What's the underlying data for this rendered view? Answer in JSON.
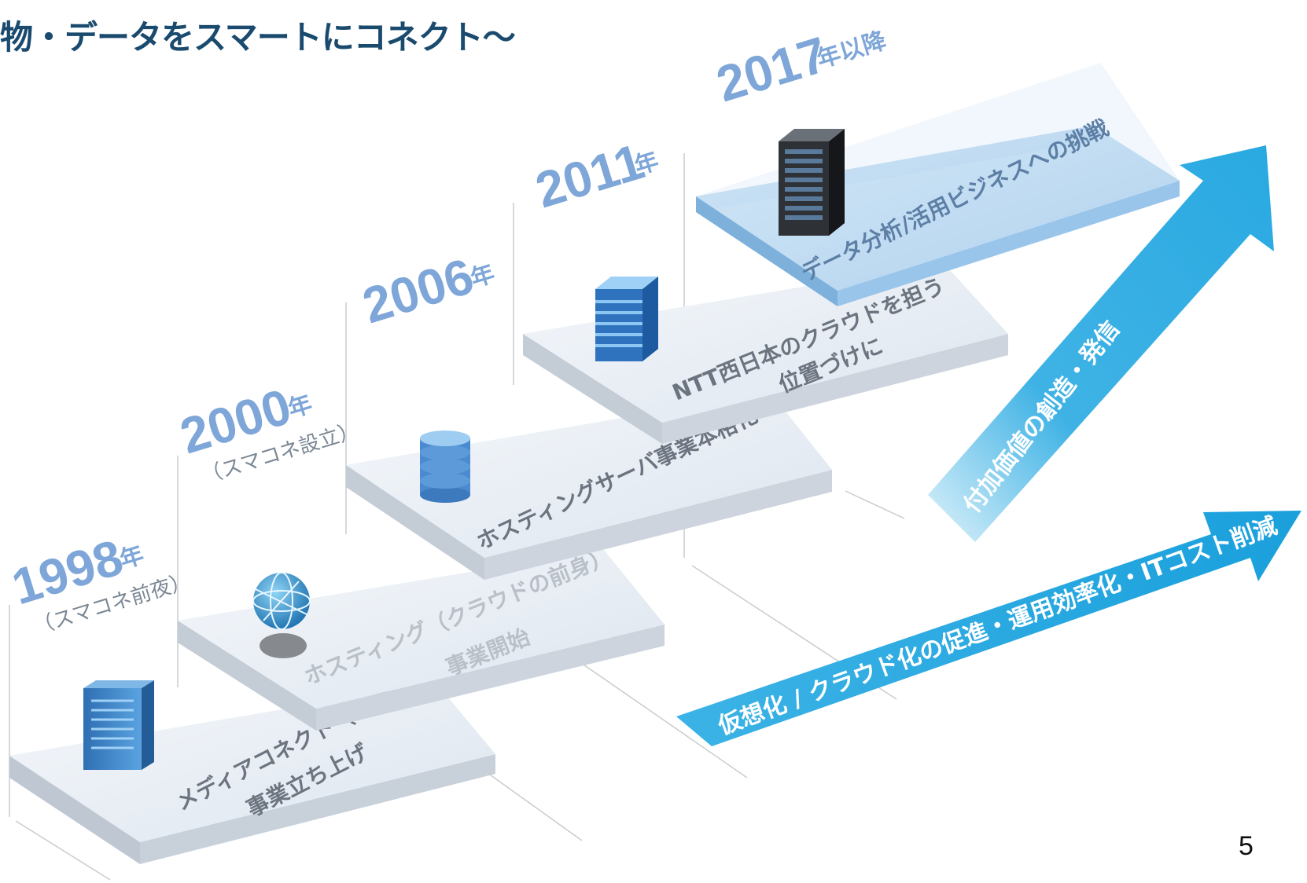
{
  "title": "物・データをスマートにコネクト〜",
  "page_number": "5",
  "steps": [
    {
      "year": "1998",
      "unit": "年",
      "sub": "（スマコネ前夜）",
      "line1": "メディアコネクト（iDC）",
      "line2": "事業立ち上げ",
      "icon": "server-rack-icon"
    },
    {
      "year": "2000",
      "unit": "年",
      "sub": "（スマコネ設立）",
      "line1": "ホスティング（クラウドの前身）",
      "line2": "事業開始",
      "icon": "globe-icon"
    },
    {
      "year": "2006",
      "unit": "年",
      "sub": "",
      "line1": "ホスティングサーバ事業本格化",
      "line2": "",
      "icon": "database-icon"
    },
    {
      "year": "2011",
      "unit": "年",
      "sub": "",
      "line1": "NTT西日本のクラウドを担う",
      "line2": "位置づけに",
      "icon": "server-stack-icon"
    },
    {
      "year": "2017",
      "unit": "年以降",
      "sub": "",
      "line1": "データ分析/活用ビジネスへの挑戦",
      "line2": "",
      "icon": "datacenter-rack-icon"
    }
  ],
  "arrows": {
    "value_creation": "付加価値の創造・発信",
    "cost_reduction": "仮想化 / クラウド化の促進・運用効率化・ITコスト削減"
  },
  "colors": {
    "title": "#1a4a6e",
    "year": "#7ea6d8",
    "arrow": "#2aaae2"
  }
}
